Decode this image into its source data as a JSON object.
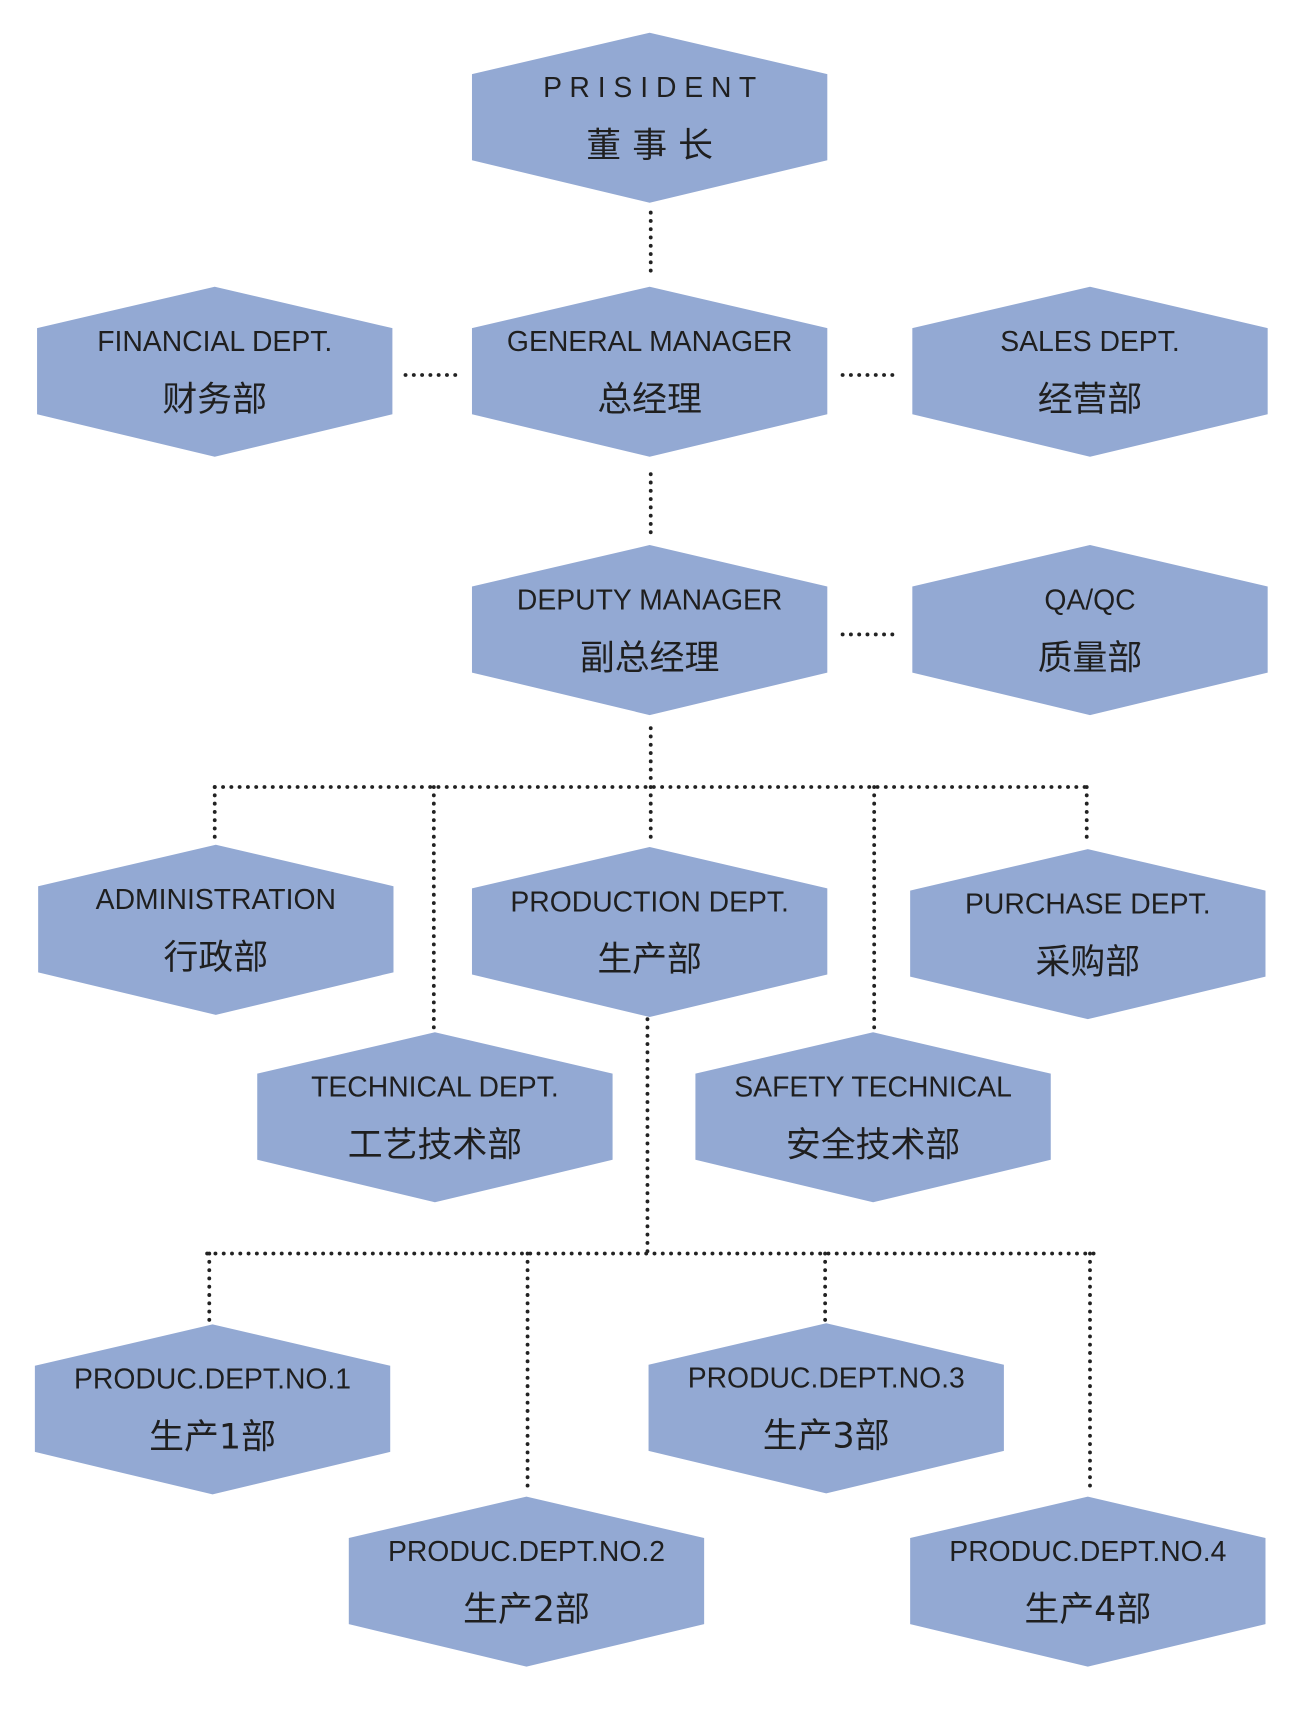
{
  "colors": {
    "node_fill": "#93a9d3",
    "text": "#1f1f1f",
    "connector": "#222222"
  },
  "nodes": [
    {
      "id": "president",
      "en": "P R I S I D E N T",
      "cn": "董 事 长"
    },
    {
      "id": "financial",
      "en": "FINANCIAL DEPT.",
      "cn": "财务部"
    },
    {
      "id": "general-manager",
      "en": "GENERAL MANAGER",
      "cn": "总经理"
    },
    {
      "id": "sales",
      "en": "SALES DEPT.",
      "cn": "经营部"
    },
    {
      "id": "deputy-manager",
      "en": "DEPUTY MANAGER",
      "cn": "副总经理"
    },
    {
      "id": "qa-qc",
      "en": "QA/QC",
      "cn": "质量部"
    },
    {
      "id": "administration",
      "en": "ADMINISTRATION",
      "cn": "行政部"
    },
    {
      "id": "production",
      "en": "PRODUCTION DEPT.",
      "cn": "生产部"
    },
    {
      "id": "purchase",
      "en": "PURCHASE DEPT.",
      "cn": "采购部"
    },
    {
      "id": "technical",
      "en": "TECHNICAL DEPT.",
      "cn": "工艺技术部"
    },
    {
      "id": "safety-technical",
      "en": "SAFETY TECHNICAL",
      "cn": "安全技术部"
    },
    {
      "id": "produc-no1",
      "en": "PRODUC.DEPT.NO.1",
      "cn": "生产1部"
    },
    {
      "id": "produc-no3",
      "en": "PRODUC.DEPT.NO.3",
      "cn": "生产3部"
    },
    {
      "id": "produc-no2",
      "en": "PRODUC.DEPT.NO.2",
      "cn": "生产2部"
    },
    {
      "id": "produc-no4",
      "en": "PRODUC.DEPT.NO.4",
      "cn": "生产4部"
    }
  ]
}
